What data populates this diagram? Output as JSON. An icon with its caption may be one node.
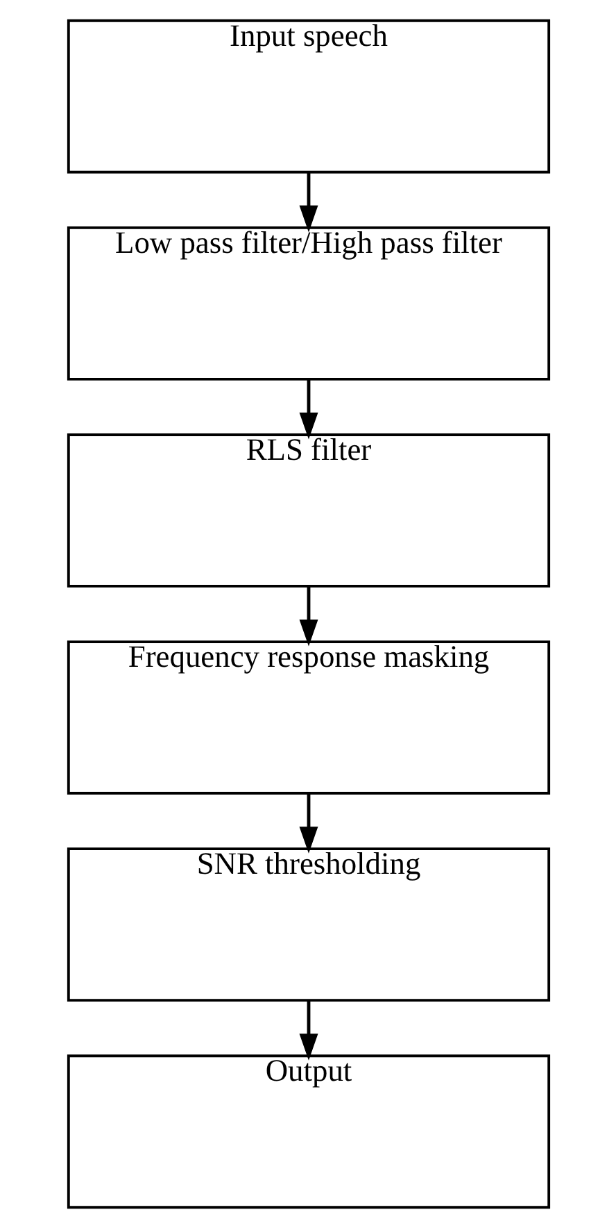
{
  "diagram": {
    "nodes": [
      {
        "text": [
          "Input speech"
        ]
      },
      {
        "text": [
          "Low pass filter/High pass filter"
        ]
      },
      {
        "text": [
          "RLS filter"
        ]
      },
      {
        "text": [
          "Frequency response masking"
        ]
      },
      {
        "text": [
          "SNR thresholding"
        ]
      },
      {
        "text": [
          "Output"
        ]
      }
    ],
    "edges": [
      {
        "from": 0,
        "to": 1,
        "arrow": "to"
      },
      {
        "from": 1,
        "to": 2,
        "arrow": "to"
      },
      {
        "from": 2,
        "to": 3,
        "arrow": "to"
      },
      {
        "from": 3,
        "to": 4,
        "arrow": "to"
      },
      {
        "from": 4,
        "to": 5,
        "arrow": "to"
      }
    ]
  }
}
